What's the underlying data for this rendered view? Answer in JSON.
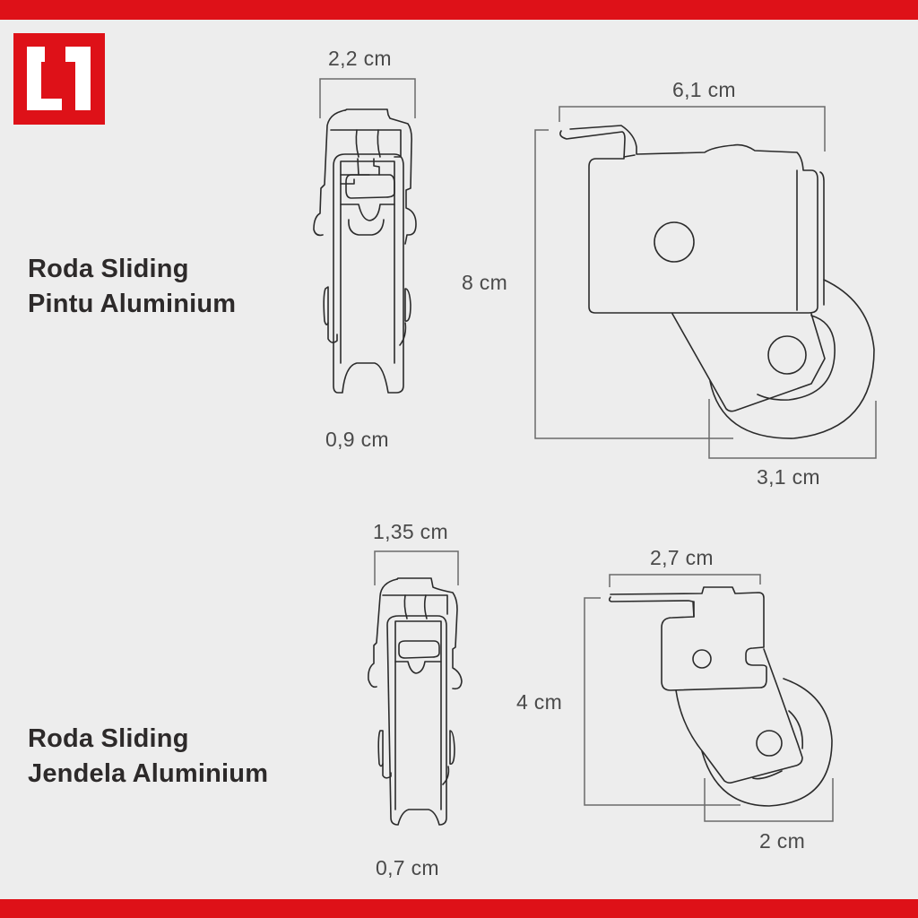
{
  "brand": {
    "logo_icon": "l1-bracket-logo",
    "colors": {
      "accent": "#de1118",
      "background": "#ededed",
      "text": "#2d2a2a",
      "dimension_text": "#4a4a4a"
    }
  },
  "products": [
    {
      "title_line1": "Roda Sliding",
      "title_line2": "Pintu Aluminium",
      "front_view": {
        "width_label": "2,2 cm",
        "wheel_width_label": "0,9 cm"
      },
      "side_view": {
        "length_label": "6,1 cm",
        "height_label": "8 cm",
        "wheel_diameter_label": "3,1 cm"
      }
    },
    {
      "title_line1": "Roda Sliding",
      "title_line2": "Jendela Aluminium",
      "front_view": {
        "width_label": "1,35 cm",
        "wheel_width_label": "0,7 cm"
      },
      "side_view": {
        "length_label": "2,7 cm",
        "height_label": "4 cm",
        "wheel_diameter_label": "2 cm"
      }
    }
  ]
}
